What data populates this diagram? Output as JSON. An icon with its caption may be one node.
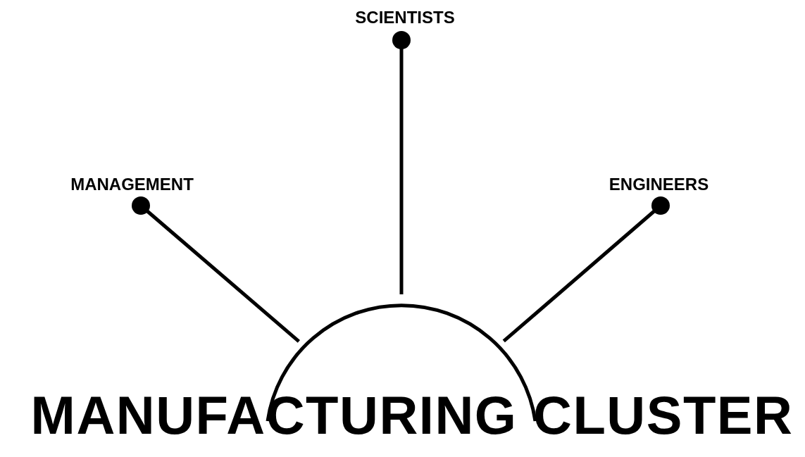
{
  "diagram": {
    "nodes": [
      {
        "text": [
          "MANUFACTURING CLUSTER"
        ]
      },
      {
        "text": [
          "MANAGEMENT"
        ]
      },
      {
        "text": [
          "SCIENTISTS"
        ]
      },
      {
        "text": [
          "ENGINEERS"
        ]
      }
    ],
    "edges": [
      {
        "from": 1,
        "to": 0,
        "arrow": "other"
      },
      {
        "from": 2,
        "to": 0,
        "arrow": "other"
      },
      {
        "from": 3,
        "to": 0,
        "arrow": "other"
      }
    ]
  }
}
